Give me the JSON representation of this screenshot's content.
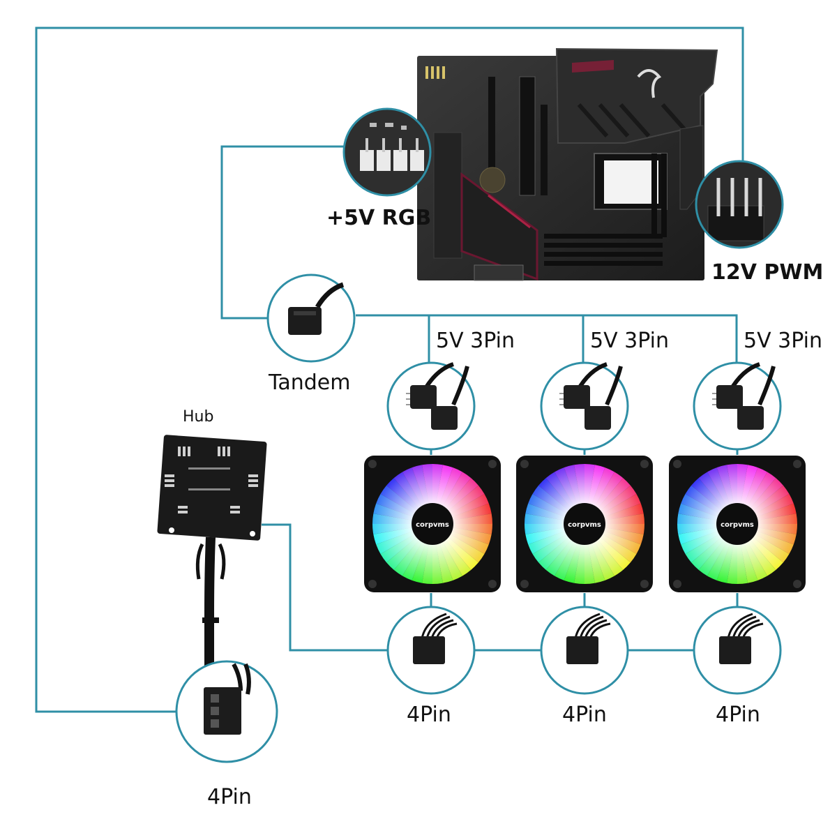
{
  "colors": {
    "wire": "#2f8fa6",
    "ring": "#1f6f82",
    "pcb": "#2a2a2a",
    "fan_frame": "#111111"
  },
  "labels": {
    "rgb_header": "+5V RGB",
    "pwm_header": "12V PWM",
    "tandem": "Tandem",
    "hub": "Hub",
    "hub_output": "4Pin"
  },
  "fans": [
    {
      "brand": "corpvms",
      "rgb_label": "5V 3Pin",
      "power_label": "4Pin"
    },
    {
      "brand": "corpvms",
      "rgb_label": "5V 3Pin",
      "power_label": "4Pin"
    },
    {
      "brand": "corpvms",
      "rgb_label": "5V 3Pin",
      "power_label": "4Pin"
    }
  ]
}
